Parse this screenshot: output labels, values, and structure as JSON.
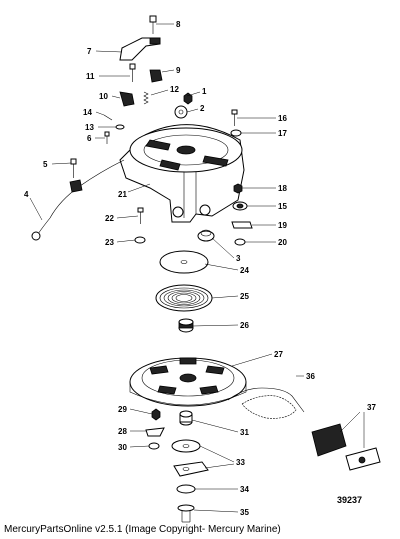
{
  "figure_number": "39237",
  "caption": "MercuryPartsOnline v2.5.1 (Image Copyright- Mercury Marine)",
  "callouts": {
    "c1": "1",
    "c2": "2",
    "c3": "3",
    "c4": "4",
    "c5": "5",
    "c6": "6",
    "c7": "7",
    "c8": "8",
    "c9": "9",
    "c10": "10",
    "c11": "11",
    "c12": "12",
    "c13": "13",
    "c14": "14",
    "c15": "15",
    "c16": "16",
    "c17": "17",
    "c18": "18",
    "c19": "19",
    "c20": "20",
    "c21": "21",
    "c22": "22",
    "c23": "23",
    "c24": "24",
    "c25": "25",
    "c26": "26",
    "c27": "27",
    "c28": "28",
    "c29": "29",
    "c30": "30",
    "c31": "31",
    "c33": "33",
    "c34": "34",
    "c35": "35",
    "c36": "36",
    "c37": "37"
  }
}
